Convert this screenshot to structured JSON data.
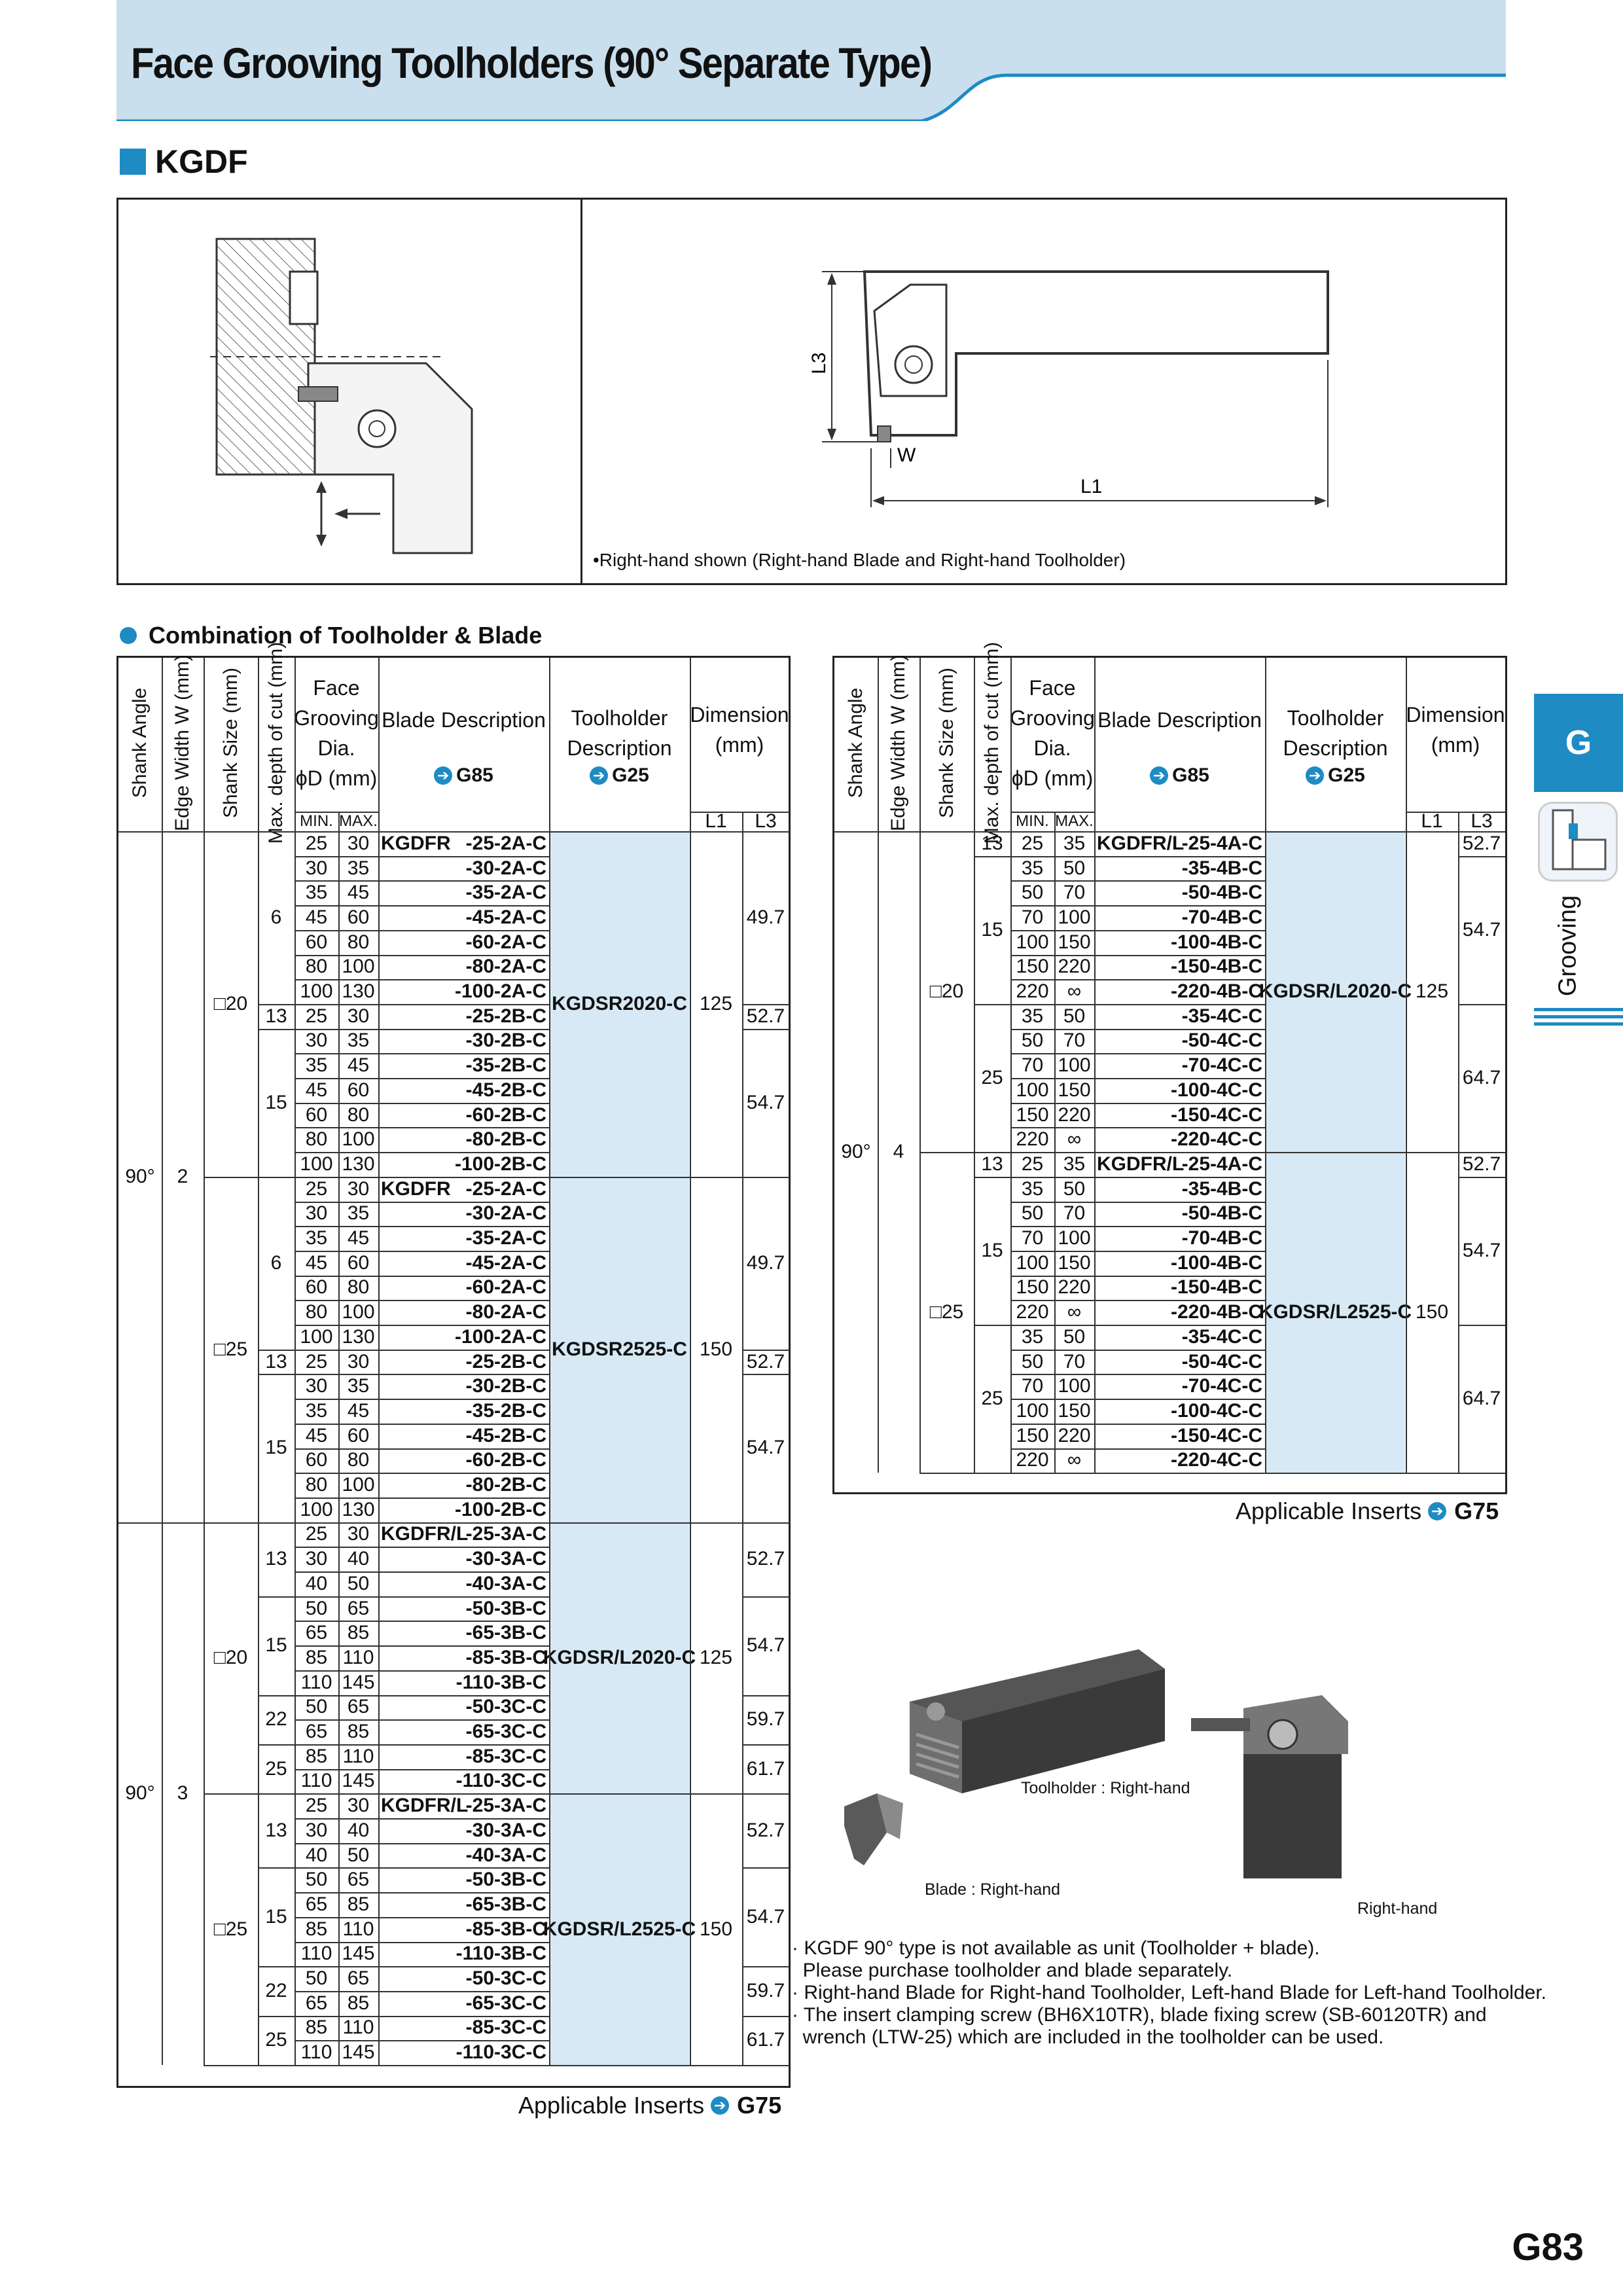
{
  "page": {
    "title": "Face Grooving Toolholders (90° Separate Type)",
    "series": "KGDF",
    "page_number": "G83",
    "side_tab": "G",
    "side_label": "Grooving",
    "accent": "#1e8bc3"
  },
  "diagram": {
    "label_l3": "L3",
    "label_w": "W",
    "label_l1": "L1",
    "note": "•Right-hand shown (Right-hand Blade and Right-hand Toolholder)"
  },
  "combination": {
    "heading": "Combination of Toolholder & Blade",
    "headers": {
      "shank_angle": "Shank Angle",
      "edge_width": "Edge Width W (mm)",
      "shank_size": "Shank Size (mm)",
      "max_depth": "Max. depth of cut (mm)",
      "face_dia": "Face Grooving Dia.",
      "phi_d": "ϕD (mm)",
      "min": "MIN.",
      "max": "MAX.",
      "blade_desc": "Blade Description",
      "blade_ref": "G85",
      "holder_desc": "Toolholder Description",
      "holder_ref": "G25",
      "dimension": "Dimension (mm)",
      "l1": "L1",
      "l3": "L3"
    },
    "applicable_inserts": "Applicable Inserts",
    "inserts_ref": "G75"
  },
  "left_table": {
    "groups": [
      {
        "angle": "90°",
        "width": "2",
        "shanks": [
          {
            "size": "□20",
            "holder": "KGDSR2020-C",
            "l1": "125",
            "prefix": "KGDFR",
            "depths": [
              {
                "depth": "6",
                "l3": "49.7",
                "rows": [
                  [
                    "25",
                    "30",
                    "-25-2A-C"
                  ],
                  [
                    "30",
                    "35",
                    "-30-2A-C"
                  ],
                  [
                    "35",
                    "45",
                    "-35-2A-C"
                  ],
                  [
                    "45",
                    "60",
                    "-45-2A-C"
                  ],
                  [
                    "60",
                    "80",
                    "-60-2A-C"
                  ],
                  [
                    "80",
                    "100",
                    "-80-2A-C"
                  ],
                  [
                    "100",
                    "130",
                    "-100-2A-C"
                  ]
                ]
              },
              {
                "depth": "13",
                "l3": "52.7",
                "rows": [
                  [
                    "25",
                    "30",
                    "-25-2B-C"
                  ]
                ]
              },
              {
                "depth": "15",
                "l3": "54.7",
                "rows": [
                  [
                    "30",
                    "35",
                    "-30-2B-C"
                  ],
                  [
                    "35",
                    "45",
                    "-35-2B-C"
                  ],
                  [
                    "45",
                    "60",
                    "-45-2B-C"
                  ],
                  [
                    "60",
                    "80",
                    "-60-2B-C"
                  ],
                  [
                    "80",
                    "100",
                    "-80-2B-C"
                  ],
                  [
                    "100",
                    "130",
                    "-100-2B-C"
                  ]
                ]
              }
            ]
          },
          {
            "size": "□25",
            "holder": "KGDSR2525-C",
            "l1": "150",
            "prefix": "KGDFR",
            "depths": [
              {
                "depth": "6",
                "l3": "49.7",
                "rows": [
                  [
                    "25",
                    "30",
                    "-25-2A-C"
                  ],
                  [
                    "30",
                    "35",
                    "-30-2A-C"
                  ],
                  [
                    "35",
                    "45",
                    "-35-2A-C"
                  ],
                  [
                    "45",
                    "60",
                    "-45-2A-C"
                  ],
                  [
                    "60",
                    "80",
                    "-60-2A-C"
                  ],
                  [
                    "80",
                    "100",
                    "-80-2A-C"
                  ],
                  [
                    "100",
                    "130",
                    "-100-2A-C"
                  ]
                ]
              },
              {
                "depth": "13",
                "l3": "52.7",
                "rows": [
                  [
                    "25",
                    "30",
                    "-25-2B-C"
                  ]
                ]
              },
              {
                "depth": "15",
                "l3": "54.7",
                "rows": [
                  [
                    "30",
                    "35",
                    "-30-2B-C"
                  ],
                  [
                    "35",
                    "45",
                    "-35-2B-C"
                  ],
                  [
                    "45",
                    "60",
                    "-45-2B-C"
                  ],
                  [
                    "60",
                    "80",
                    "-60-2B-C"
                  ],
                  [
                    "80",
                    "100",
                    "-80-2B-C"
                  ],
                  [
                    "100",
                    "130",
                    "-100-2B-C"
                  ]
                ]
              }
            ]
          }
        ]
      },
      {
        "angle": "90°",
        "width": "3",
        "shanks": [
          {
            "size": "□20",
            "holder": "KGDSR/L2020-C",
            "l1": "125",
            "prefix": "KGDFR/L",
            "depths": [
              {
                "depth": "13",
                "l3": "52.7",
                "rows": [
                  [
                    "25",
                    "30",
                    "-25-3A-C"
                  ],
                  [
                    "30",
                    "40",
                    "-30-3A-C"
                  ],
                  [
                    "40",
                    "50",
                    "-40-3A-C"
                  ]
                ]
              },
              {
                "depth": "15",
                "l3": "54.7",
                "rows": [
                  [
                    "50",
                    "65",
                    "-50-3B-C"
                  ],
                  [
                    "65",
                    "85",
                    "-65-3B-C"
                  ],
                  [
                    "85",
                    "110",
                    "-85-3B-C"
                  ],
                  [
                    "110",
                    "145",
                    "-110-3B-C"
                  ]
                ]
              },
              {
                "depth": "22",
                "l3": "59.7",
                "rows": [
                  [
                    "50",
                    "65",
                    "-50-3C-C"
                  ],
                  [
                    "65",
                    "85",
                    "-65-3C-C"
                  ]
                ]
              },
              {
                "depth": "25",
                "l3": "61.7",
                "rows": [
                  [
                    "85",
                    "110",
                    "-85-3C-C"
                  ],
                  [
                    "110",
                    "145",
                    "-110-3C-C"
                  ]
                ]
              }
            ]
          },
          {
            "size": "□25",
            "holder": "KGDSR/L2525-C",
            "l1": "150",
            "prefix": "KGDFR/L",
            "depths": [
              {
                "depth": "13",
                "l3": "52.7",
                "rows": [
                  [
                    "25",
                    "30",
                    "-25-3A-C"
                  ],
                  [
                    "30",
                    "40",
                    "-30-3A-C"
                  ],
                  [
                    "40",
                    "50",
                    "-40-3A-C"
                  ]
                ]
              },
              {
                "depth": "15",
                "l3": "54.7",
                "rows": [
                  [
                    "50",
                    "65",
                    "-50-3B-C"
                  ],
                  [
                    "65",
                    "85",
                    "-65-3B-C"
                  ],
                  [
                    "85",
                    "110",
                    "-85-3B-C"
                  ],
                  [
                    "110",
                    "145",
                    "-110-3B-C"
                  ]
                ]
              },
              {
                "depth": "22",
                "l3": "59.7",
                "rows": [
                  [
                    "50",
                    "65",
                    "-50-3C-C"
                  ],
                  [
                    "65",
                    "85",
                    "-65-3C-C"
                  ]
                ]
              },
              {
                "depth": "25",
                "l3": "61.7",
                "rows": [
                  [
                    "85",
                    "110",
                    "-85-3C-C"
                  ],
                  [
                    "110",
                    "145",
                    "-110-3C-C"
                  ]
                ]
              }
            ]
          }
        ]
      }
    ]
  },
  "right_table": {
    "groups": [
      {
        "angle": "90°",
        "width": "4",
        "shanks": [
          {
            "size": "□20",
            "holder": "KGDSR/L2020-C",
            "l1": "125",
            "prefix": "KGDFR/L",
            "depths": [
              {
                "depth": "13",
                "l3": "52.7",
                "rows": [
                  [
                    "25",
                    "35",
                    "-25-4A-C"
                  ]
                ]
              },
              {
                "depth": "15",
                "l3": "54.7",
                "rows": [
                  [
                    "35",
                    "50",
                    "-35-4B-C"
                  ],
                  [
                    "50",
                    "70",
                    "-50-4B-C"
                  ],
                  [
                    "70",
                    "100",
                    "-70-4B-C"
                  ],
                  [
                    "100",
                    "150",
                    "-100-4B-C"
                  ],
                  [
                    "150",
                    "220",
                    "-150-4B-C"
                  ],
                  [
                    "220",
                    "∞",
                    "-220-4B-C"
                  ]
                ]
              },
              {
                "depth": "25",
                "l3": "64.7",
                "rows": [
                  [
                    "35",
                    "50",
                    "-35-4C-C"
                  ],
                  [
                    "50",
                    "70",
                    "-50-4C-C"
                  ],
                  [
                    "70",
                    "100",
                    "-70-4C-C"
                  ],
                  [
                    "100",
                    "150",
                    "-100-4C-C"
                  ],
                  [
                    "150",
                    "220",
                    "-150-4C-C"
                  ],
                  [
                    "220",
                    "∞",
                    "-220-4C-C"
                  ]
                ]
              }
            ]
          },
          {
            "size": "□25",
            "holder": "KGDSR/L2525-C",
            "l1": "150",
            "prefix": "KGDFR/L",
            "depths": [
              {
                "depth": "13",
                "l3": "52.7",
                "rows": [
                  [
                    "25",
                    "35",
                    "-25-4A-C"
                  ]
                ]
              },
              {
                "depth": "15",
                "l3": "54.7",
                "rows": [
                  [
                    "35",
                    "50",
                    "-35-4B-C"
                  ],
                  [
                    "50",
                    "70",
                    "-50-4B-C"
                  ],
                  [
                    "70",
                    "100",
                    "-70-4B-C"
                  ],
                  [
                    "100",
                    "150",
                    "-100-4B-C"
                  ],
                  [
                    "150",
                    "220",
                    "-150-4B-C"
                  ],
                  [
                    "220",
                    "∞",
                    "-220-4B-C"
                  ]
                ]
              },
              {
                "depth": "25",
                "l3": "64.7",
                "rows": [
                  [
                    "35",
                    "50",
                    "-35-4C-C"
                  ],
                  [
                    "50",
                    "70",
                    "-50-4C-C"
                  ],
                  [
                    "70",
                    "100",
                    "-70-4C-C"
                  ],
                  [
                    "100",
                    "150",
                    "-100-4C-C"
                  ],
                  [
                    "150",
                    "220",
                    "-150-4C-C"
                  ],
                  [
                    "220",
                    "∞",
                    "-220-4C-C"
                  ]
                ]
              }
            ]
          }
        ]
      }
    ]
  },
  "photos": {
    "toolholder_caption": "Toolholder : Right-hand",
    "blade_caption": "Blade : Right-hand",
    "assembly_caption": "Right-hand"
  },
  "notes": [
    "· KGDF 90° type is not available as unit (Toolholder + blade).",
    "  Please purchase toolholder and blade separately.",
    "· Right-hand Blade for Right-hand Toolholder, Left-hand Blade for Left-hand Toolholder.",
    "· The insert clamping screw (BH6X10TR), blade fixing screw (SB-60120TR) and",
    "  wrench (LTW-25) which are included in the toolholder can be used."
  ]
}
